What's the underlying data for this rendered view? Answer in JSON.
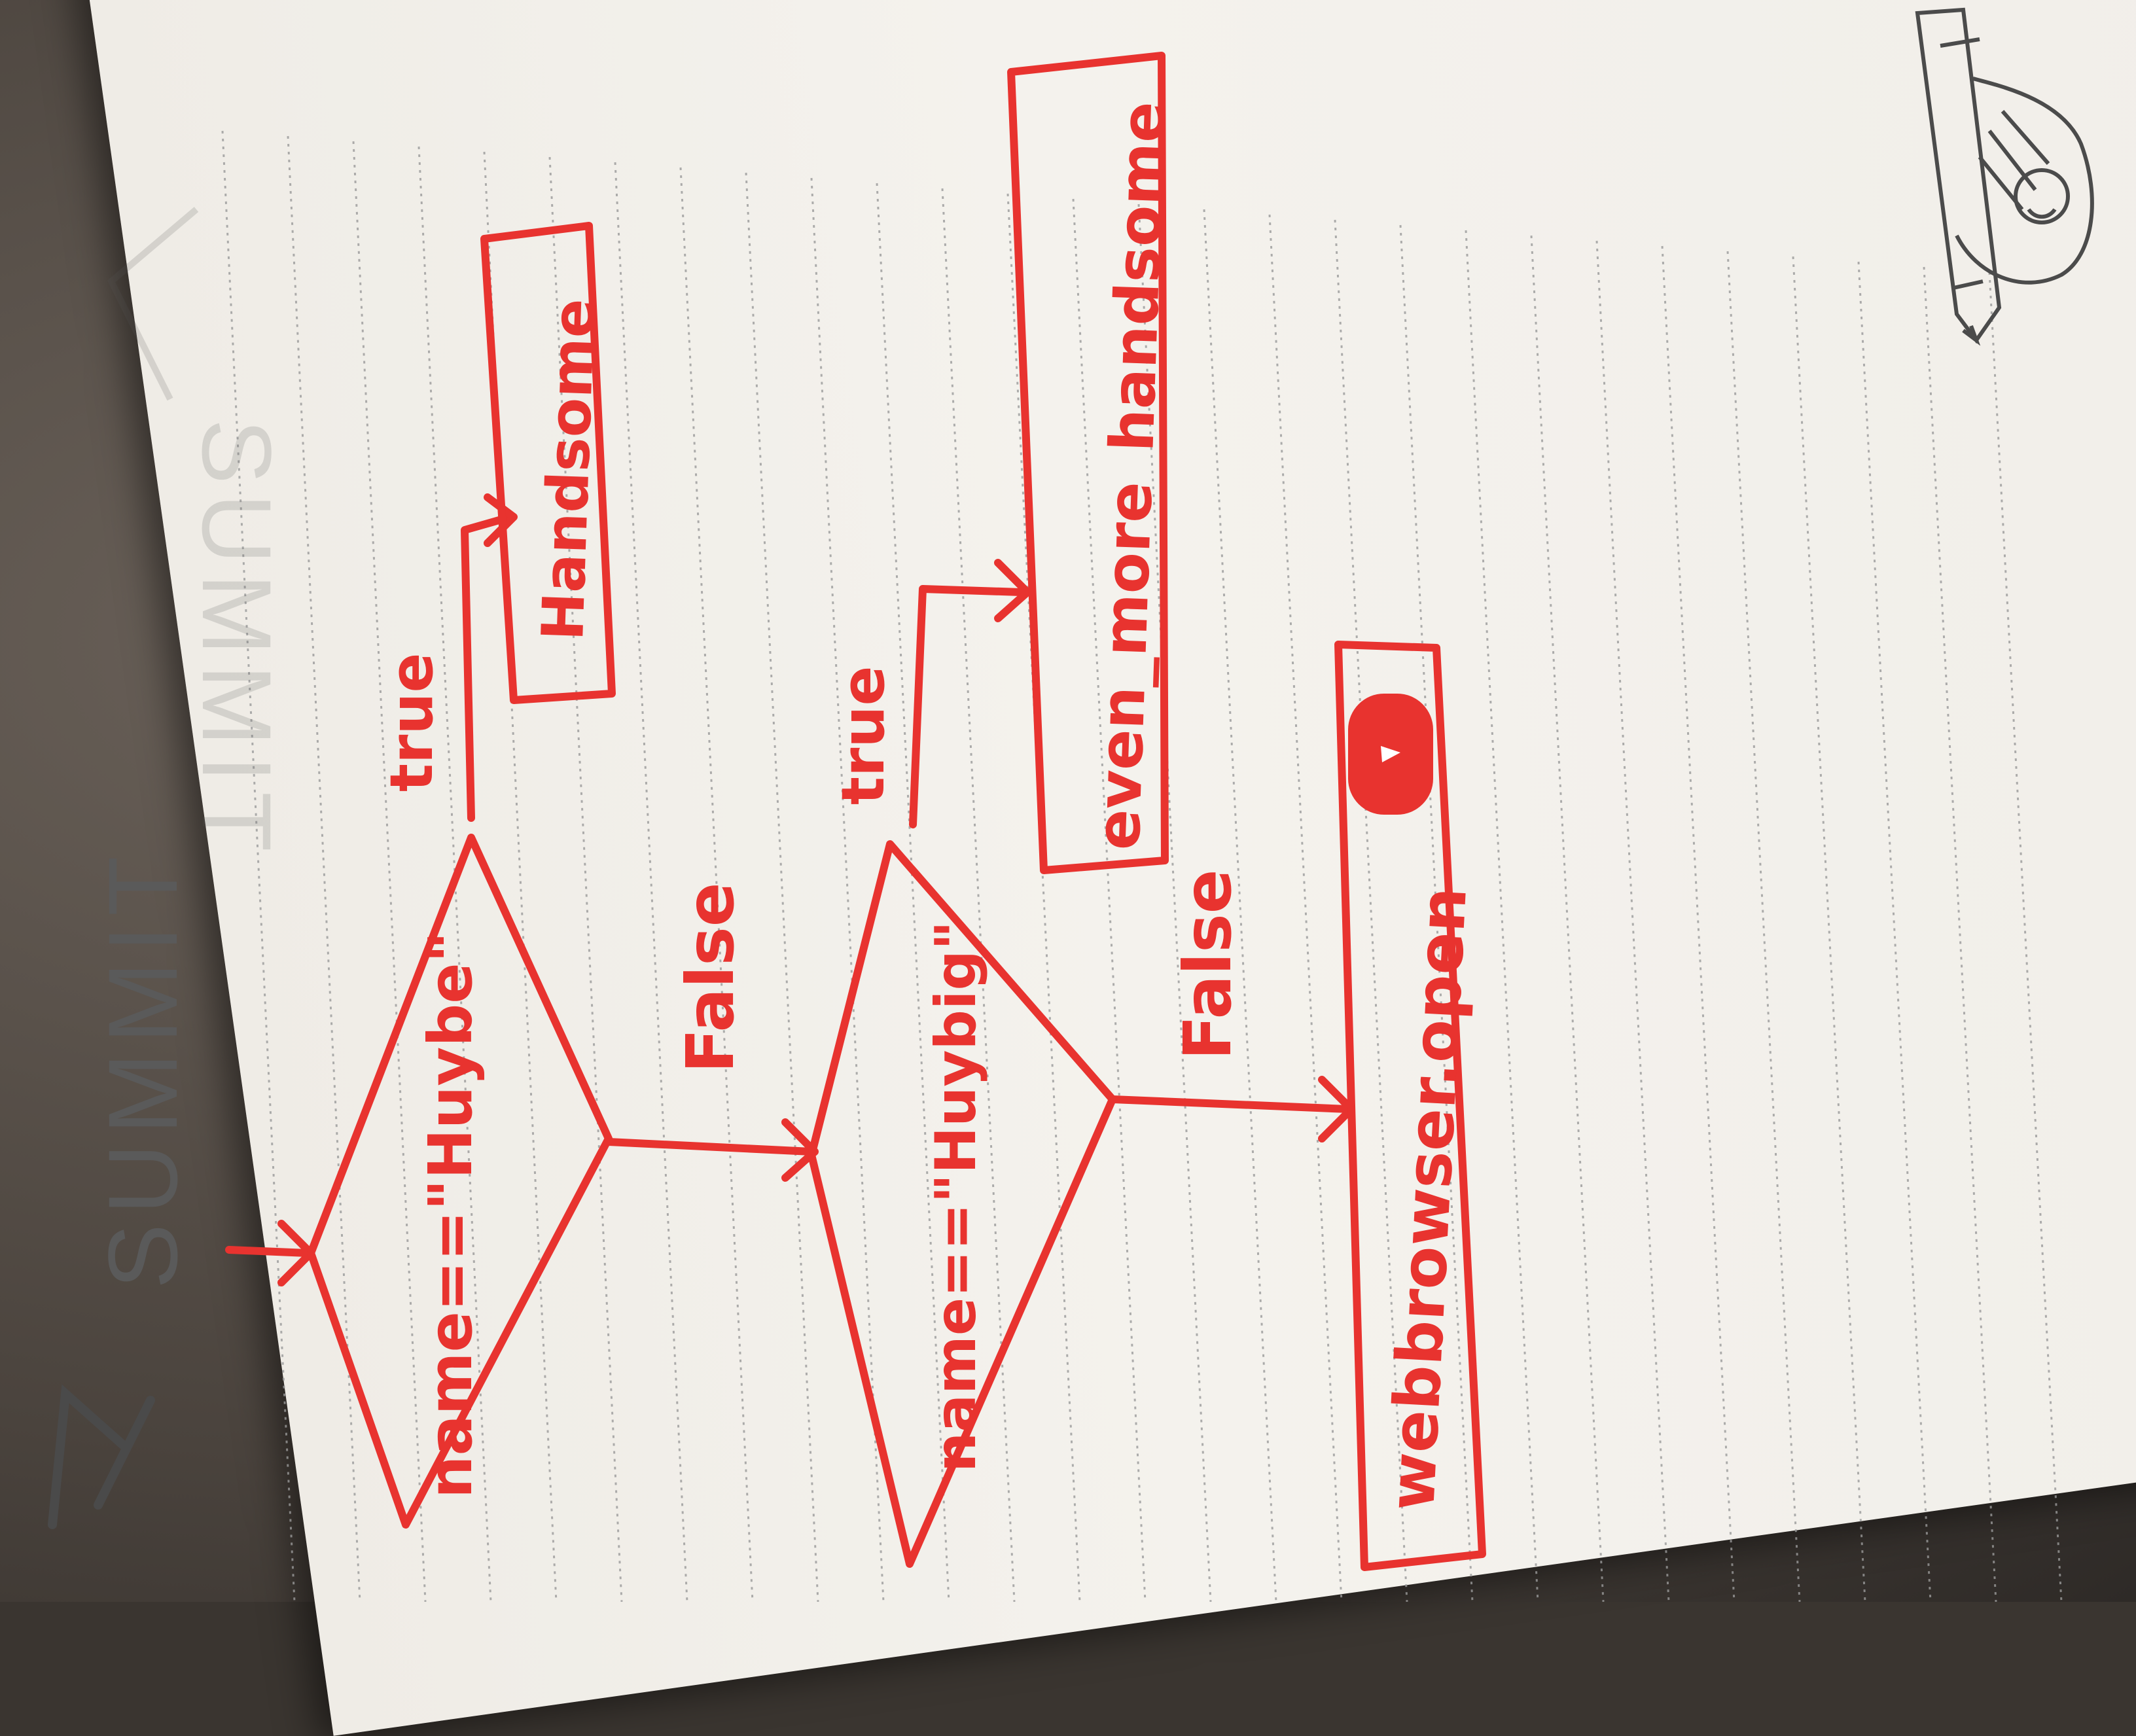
{
  "logo": {
    "brand": "SUMMIT",
    "watermark": "SUMMIT"
  },
  "flowchart": {
    "decision_1": {
      "label": "name==\"Huybe\""
    },
    "decision_2": {
      "label": "name==\"Huybig\""
    },
    "true_1": "true",
    "false_1": "False",
    "true_2": "true",
    "false_2": "False",
    "box_1": "Handsome",
    "box_2": "even_more_handsome",
    "box_3": "webbrowser.open"
  },
  "colors": {
    "ink": "#e8332f",
    "paper": "#f2efea",
    "rules": "#9a9a9a"
  },
  "icons": {
    "play_badge": "youtube-play-icon",
    "pencil": "pencil-girl-doodle-icon"
  }
}
